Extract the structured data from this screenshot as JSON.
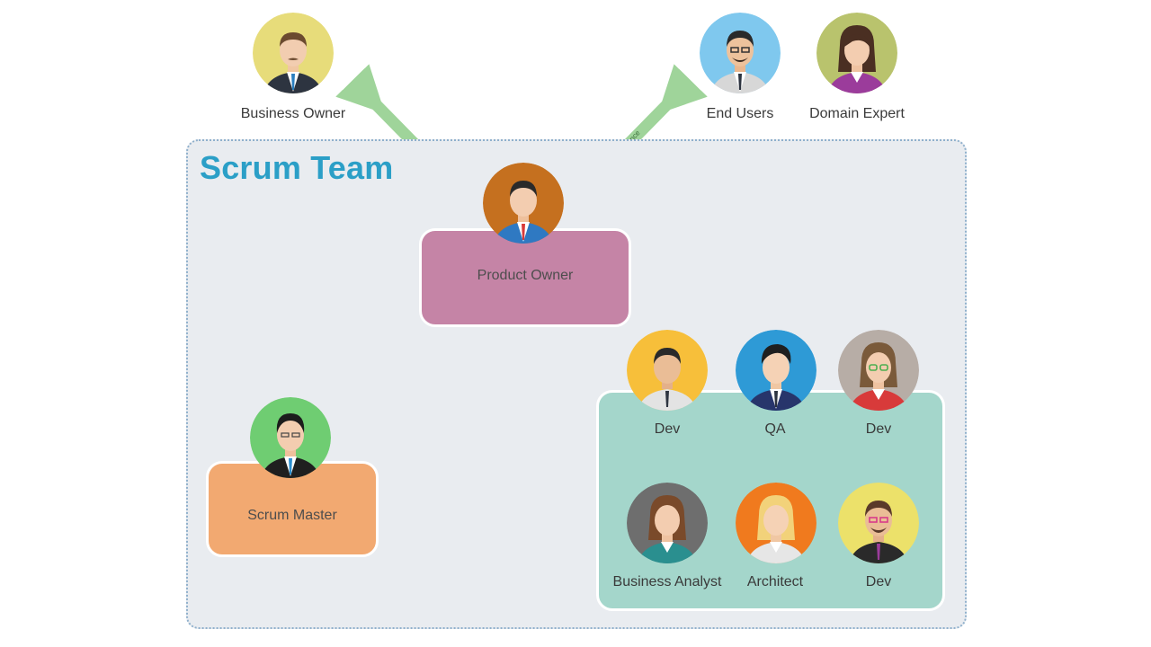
{
  "team": {
    "title": "Scrum Team"
  },
  "stakeholders": {
    "business_owner": "Business Owner",
    "end_users": "End Users",
    "domain_expert": "Domain Expert"
  },
  "arrows": {
    "influence_label": "Influence"
  },
  "roles": {
    "product_owner": "Product Owner",
    "scrum_master": "Scrum Master"
  },
  "dev_team": {
    "members": [
      "Dev",
      "QA",
      "Dev",
      "Business Analyst",
      "Architect",
      "Dev"
    ]
  },
  "colors": {
    "title": "#2b9fc7",
    "team_bg": "#e9ecf0",
    "product_owner_box": "#c584a6",
    "scrum_master_box": "#f2a971",
    "dev_group_bg": "#a4d6cb",
    "arrow": "#9fd49a"
  }
}
